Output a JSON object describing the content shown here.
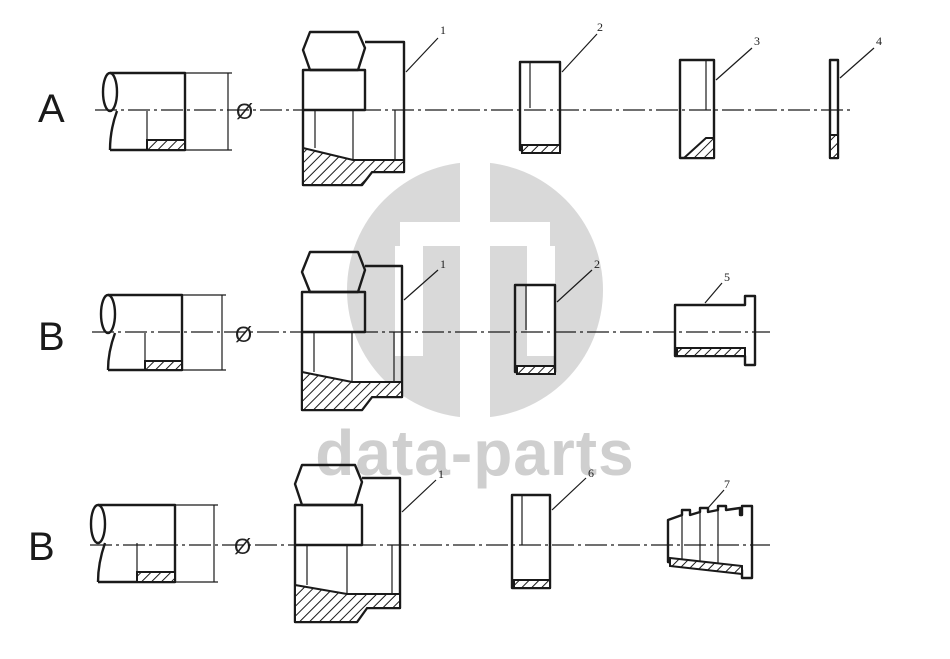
{
  "rows": [
    {
      "letter": "A",
      "diameter_symbol": "Ø",
      "callouts": [
        "1",
        "2",
        "3",
        "4"
      ]
    },
    {
      "letter": "B",
      "diameter_symbol": "Ø",
      "callouts": [
        "1",
        "2",
        "5"
      ]
    },
    {
      "letter": "B",
      "diameter_symbol": "Ø",
      "callouts": [
        "1",
        "6",
        "7"
      ]
    }
  ],
  "watermark": {
    "text": "data-parts",
    "color": "#cfcfcf"
  }
}
